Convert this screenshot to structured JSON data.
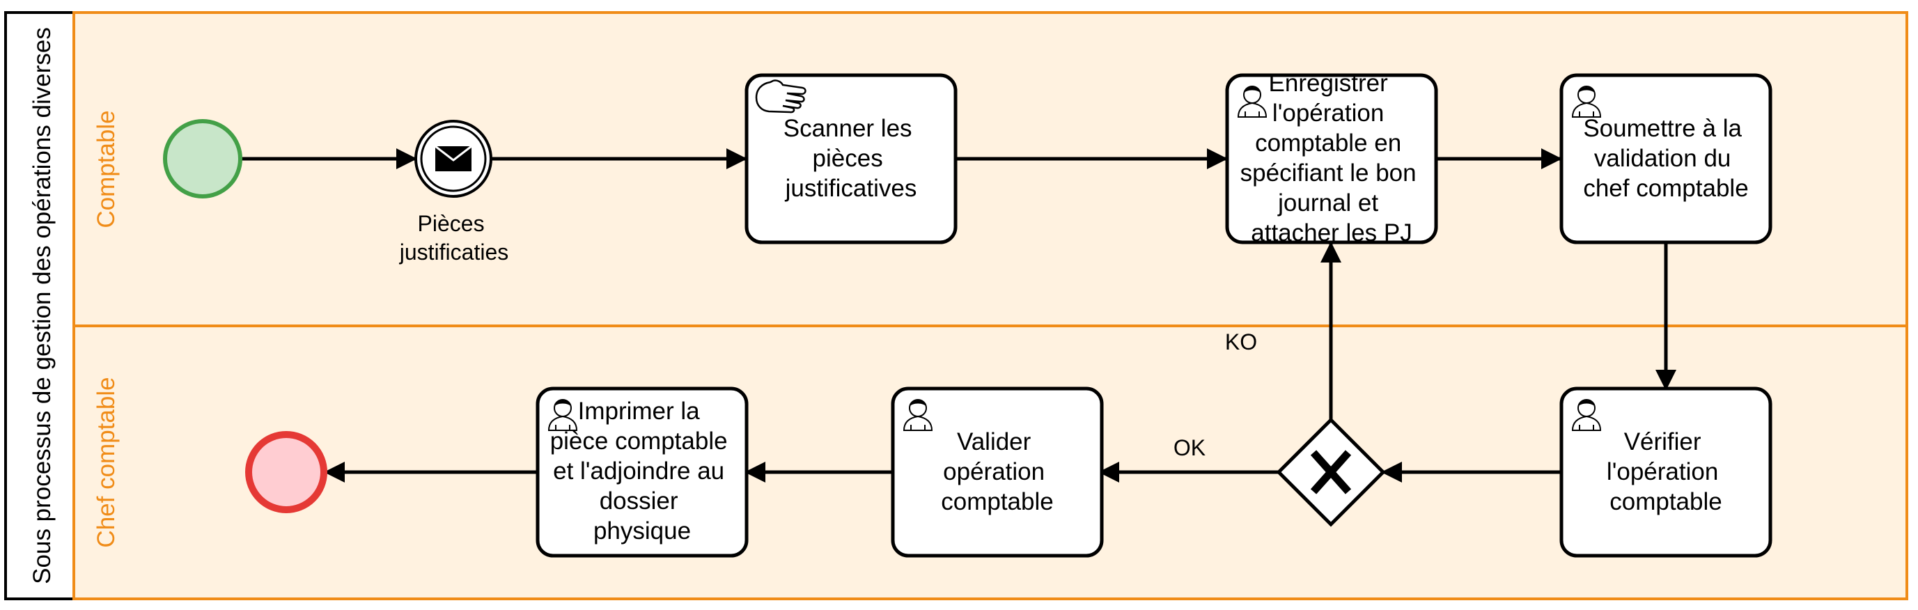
{
  "pool": {
    "label": "Sous processus de gestion des opérations diverses"
  },
  "lanes": {
    "comptable": "Comptable",
    "chef": "Chef comptable"
  },
  "events": {
    "message_label_line1": "Pièces",
    "message_label_line2": "justificaties"
  },
  "tasks": {
    "scanner": [
      "Scanner les",
      "pièces",
      "justificatives"
    ],
    "enregistrer": [
      "Enregistrer",
      "l'opération",
      "comptable en",
      "spécifiant le bon",
      "journal et",
      "attacher les PJ"
    ],
    "soumettre": [
      "Soumettre à la",
      "validation du",
      "chef comptable"
    ],
    "verifier": [
      "Vérifier",
      "l'opération",
      "comptable"
    ],
    "valider": [
      "Valider",
      "opération",
      "comptable"
    ],
    "imprimer": [
      "Imprimer la",
      "pièce comptable",
      "et l'adjoindre au",
      "dossier",
      "physique"
    ]
  },
  "flows": {
    "ok": "OK",
    "ko": "KO"
  },
  "colors": {
    "lane_fill": "#fff2e0",
    "lane_border": "#f08c18",
    "start_fill": "#c8e6c9",
    "start_stroke": "#43a047",
    "end_fill": "#ffcdd2",
    "end_stroke": "#e53935"
  },
  "icons": {
    "message": "envelope-icon",
    "manual_task": "hand-icon",
    "user_task": "user-icon",
    "gateway": "exclusive-gateway-x-icon"
  }
}
